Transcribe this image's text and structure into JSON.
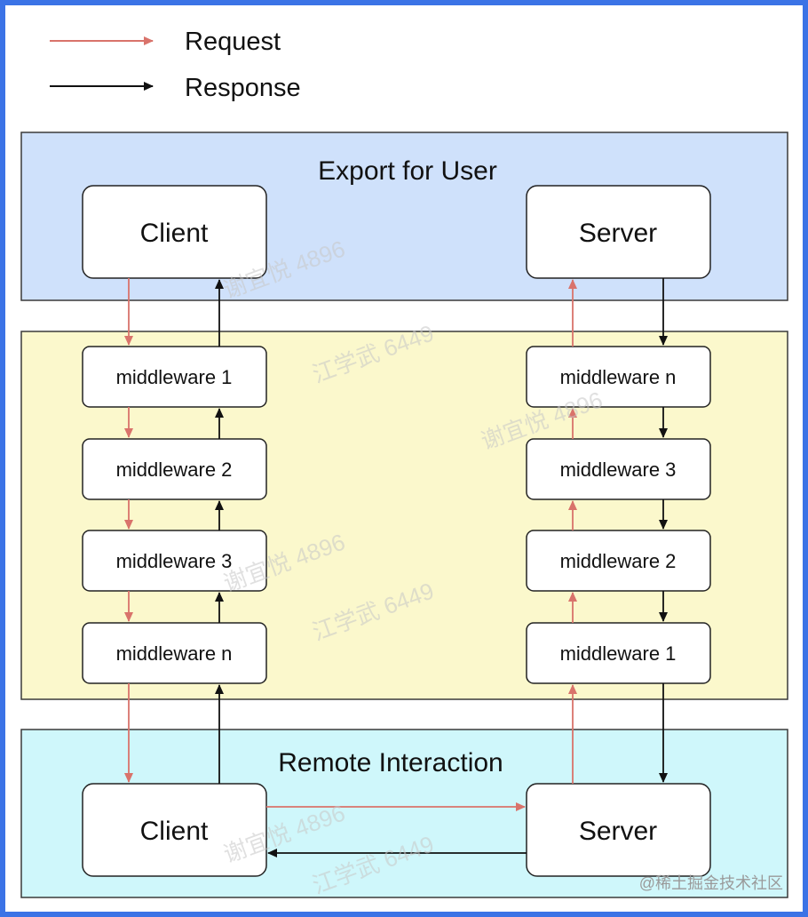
{
  "legend": {
    "request_label": "Request",
    "response_label": "Response",
    "request_color": "#d9736b",
    "response_color": "#111111"
  },
  "lanes": {
    "export_title": "Export for User",
    "remote_title": "Remote Interaction",
    "export_color": "#cfe1fb",
    "middleware_color": "#fbf8cc",
    "remote_color": "#cff7fb"
  },
  "export": {
    "client": "Client",
    "server": "Server"
  },
  "remote": {
    "client": "Client",
    "server": "Server"
  },
  "client_middleware": [
    "middleware 1",
    "middleware 2",
    "middleware 3",
    "middleware n"
  ],
  "server_middleware": [
    "middleware n",
    "middleware 3",
    "middleware 2",
    "middleware 1"
  ],
  "watermarks": [
    "谢宜悦 4896",
    "江学武 6449"
  ],
  "credit": "@稀土掘金技术社区"
}
